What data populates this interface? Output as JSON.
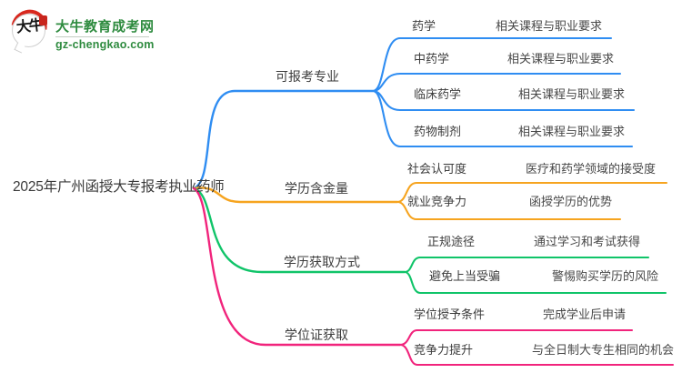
{
  "logo": {
    "icon_text": "大牛",
    "site_name": "大牛教育成考网",
    "site_url": "gz-chengkao.com",
    "brand_green": "#2e8b3f",
    "brand_red": "#d8281e"
  },
  "root": {
    "label": "2025年广州函授大专报考执业药师"
  },
  "branches": [
    {
      "label": "可报考专业",
      "color": "#2f8df2",
      "children": [
        {
          "label": "药学",
          "desc": "相关课程与职业要求"
        },
        {
          "label": "中药学",
          "desc": "相关课程与职业要求"
        },
        {
          "label": "临床药学",
          "desc": "相关课程与职业要求"
        },
        {
          "label": "药物制剂",
          "desc": "相关课程与职业要求"
        }
      ]
    },
    {
      "label": "学历含金量",
      "color": "#f6a41f",
      "children": [
        {
          "label": "社会认可度",
          "desc": "医疗和药学领域的接受度"
        },
        {
          "label": "就业竞争力",
          "desc": "函授学历的优势"
        }
      ]
    },
    {
      "label": "学历获取方式",
      "color": "#10c469",
      "children": [
        {
          "label": "正规途径",
          "desc": "通过学习和考试获得"
        },
        {
          "label": "避免上当受骗",
          "desc": "警惕购买学历的风险"
        }
      ]
    },
    {
      "label": "学位证获取",
      "color": "#f1247c",
      "children": [
        {
          "label": "学位授予条件",
          "desc": "完成学业后申请"
        },
        {
          "label": "竞争力提升",
          "desc": "与全日制大专生相同的机会"
        }
      ]
    }
  ]
}
